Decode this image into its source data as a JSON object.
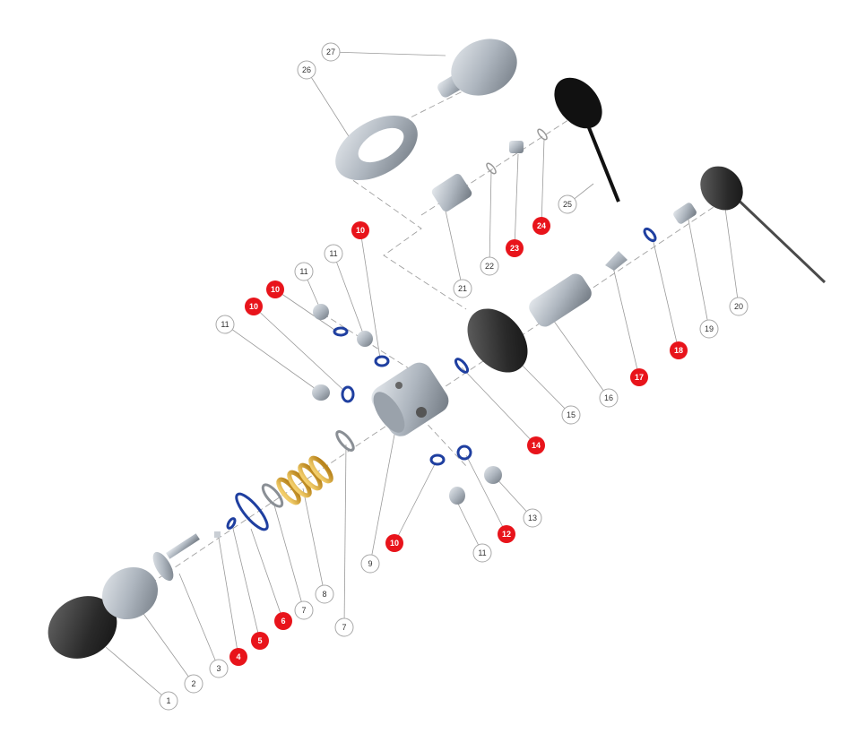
{
  "diagram": {
    "title": "",
    "colors": {
      "callout_red": "#e8141b",
      "oring_blue": "#1f3fa0",
      "spring_yellow": "#d9a72a",
      "metal": "#b8bfc8",
      "rubber": "#2b2b2b"
    },
    "callouts": [
      {
        "label": "27",
        "type": "white"
      },
      {
        "label": "26",
        "type": "white"
      },
      {
        "label": "25",
        "type": "white"
      },
      {
        "label": "24",
        "type": "red"
      },
      {
        "label": "23",
        "type": "red"
      },
      {
        "label": "22",
        "type": "white"
      },
      {
        "label": "21",
        "type": "white"
      },
      {
        "label": "20",
        "type": "white"
      },
      {
        "label": "19",
        "type": "white"
      },
      {
        "label": "18",
        "type": "red"
      },
      {
        "label": "17",
        "type": "red"
      },
      {
        "label": "16",
        "type": "white"
      },
      {
        "label": "15",
        "type": "white"
      },
      {
        "label": "14",
        "type": "red"
      },
      {
        "label": "13",
        "type": "white"
      },
      {
        "label": "12",
        "type": "red"
      },
      {
        "label": "11",
        "type": "white"
      },
      {
        "label": "10",
        "type": "red"
      },
      {
        "label": "9",
        "type": "white"
      },
      {
        "label": "8",
        "type": "white"
      },
      {
        "label": "7",
        "type": "white"
      },
      {
        "label": "7",
        "type": "white"
      },
      {
        "label": "6",
        "type": "red"
      },
      {
        "label": "5",
        "type": "red"
      },
      {
        "label": "4",
        "type": "red"
      },
      {
        "label": "3",
        "type": "white"
      },
      {
        "label": "2",
        "type": "white"
      },
      {
        "label": "1",
        "type": "white"
      },
      {
        "label": "11",
        "type": "white"
      },
      {
        "label": "10",
        "type": "red"
      },
      {
        "label": "10",
        "type": "red"
      },
      {
        "label": "11",
        "type": "white"
      },
      {
        "label": "11",
        "type": "white"
      },
      {
        "label": "10",
        "type": "red"
      }
    ]
  }
}
